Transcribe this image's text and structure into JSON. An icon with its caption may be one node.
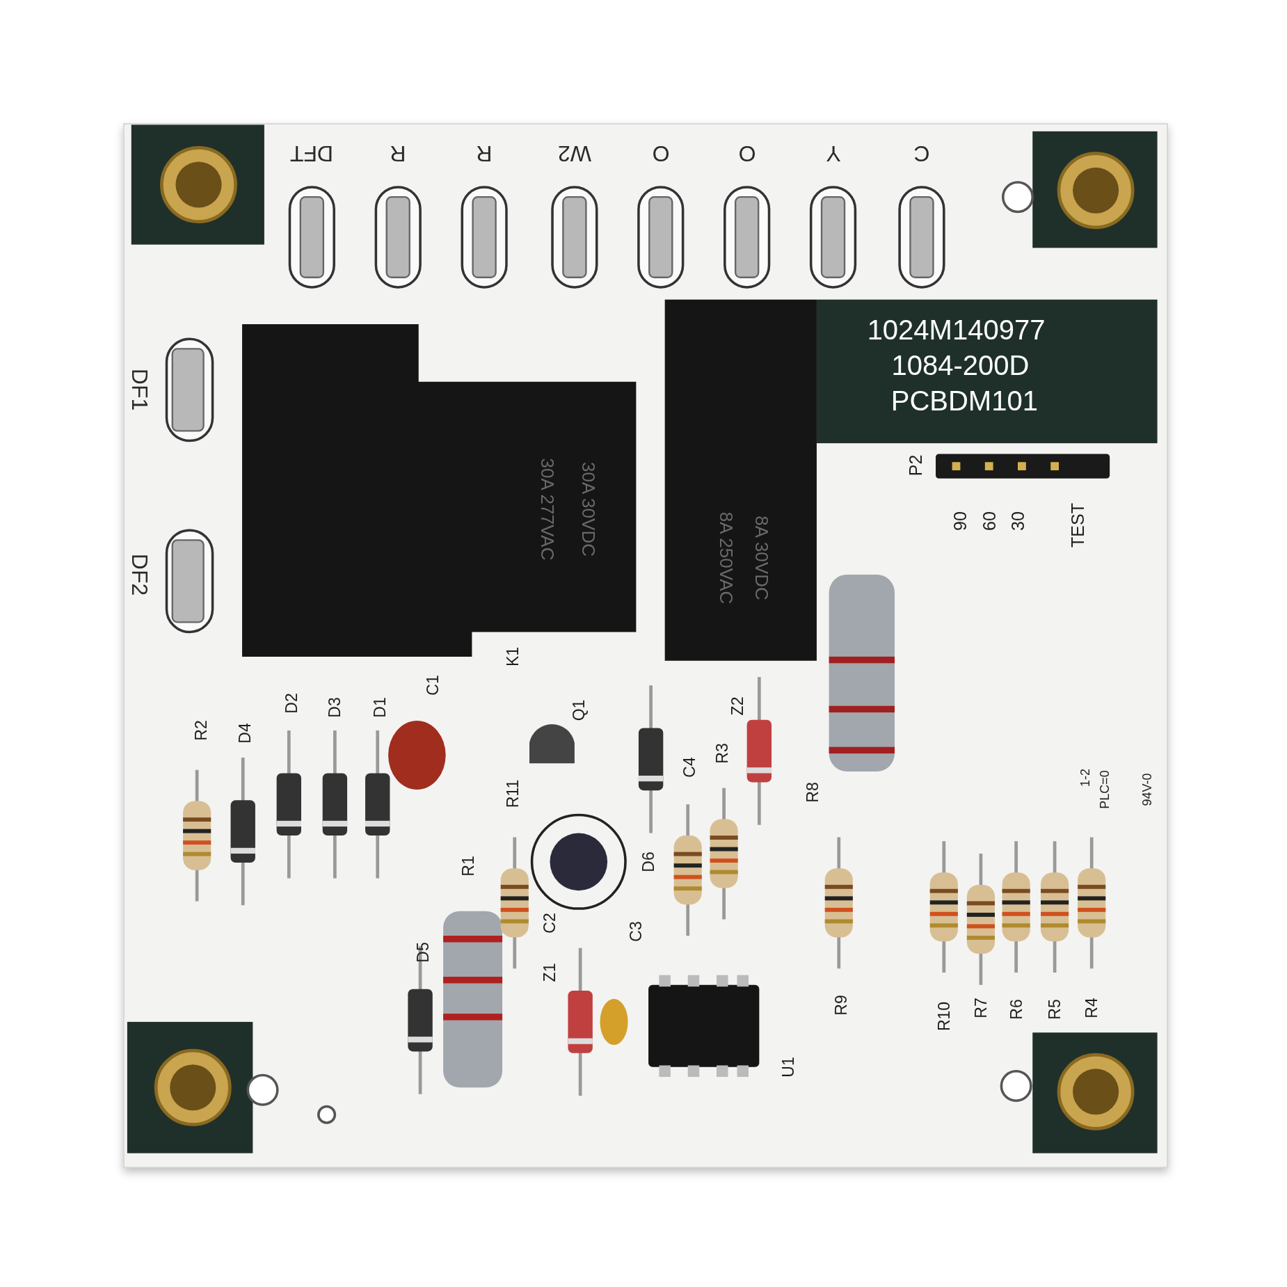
{
  "diagram": {
    "labels": [
      "DFT",
      "R",
      "R",
      "W2",
      "O",
      "O",
      "Y",
      "C",
      "1024M140977",
      "1084-200D",
      "PCBDM101",
      "DF1",
      "DF2",
      "30A 277VAC",
      "30A 30VDC",
      "8A 250VAC",
      "8A 30VDC",
      "P2",
      "90",
      "60",
      "30",
      "TEST",
      "K1",
      "C1",
      "R2",
      "D4",
      "D2",
      "D3",
      "D1",
      "Q1",
      "Z2",
      "R3",
      "C4",
      "R8",
      "R11",
      "R1",
      "D6",
      "C2",
      "C3",
      "D5",
      "Z1",
      "U1",
      "R9",
      "1-2",
      "PLC=0",
      "94V-0",
      "R10",
      "R7",
      "R6",
      "R5",
      "R4"
    ]
  }
}
